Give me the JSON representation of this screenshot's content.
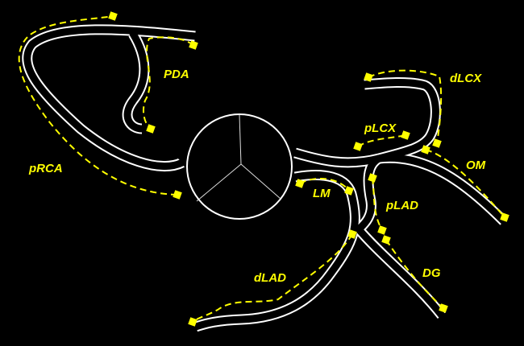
{
  "colors": {
    "background": "#000000",
    "vessel": "#ffffff",
    "segment": "#ffff00"
  },
  "segments": {
    "pRCA": "pRCA",
    "PDA": "PDA",
    "LM": "LM",
    "pLCX": "pLCX",
    "dLCX": "dLCX",
    "OM": "OM",
    "pLAD": "pLAD",
    "dLAD": "dLAD",
    "DG": "DG"
  }
}
